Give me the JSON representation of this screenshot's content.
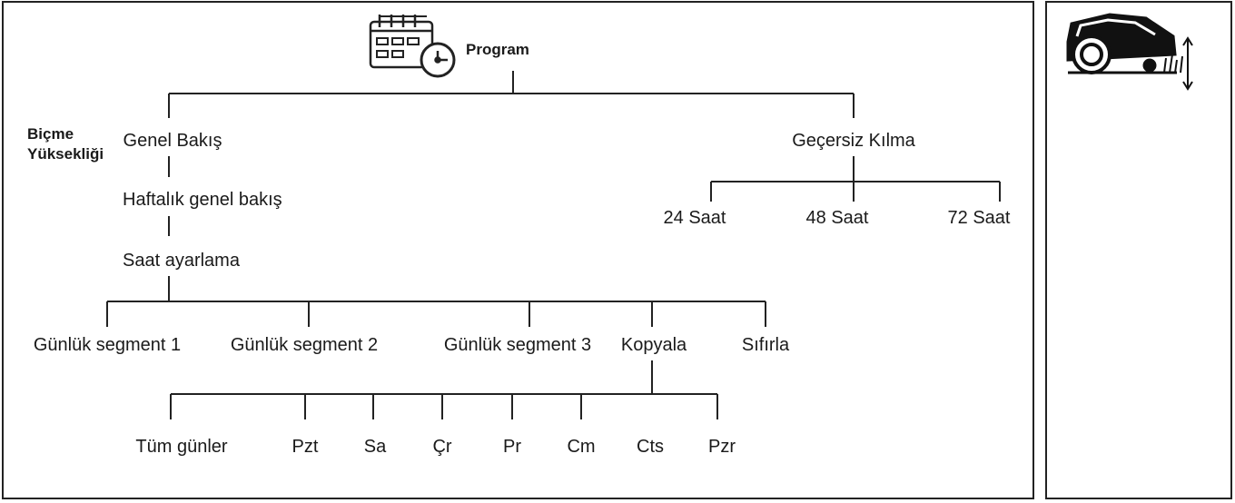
{
  "root": {
    "title": "Program",
    "icon": "calendar-clock-icon"
  },
  "overview": {
    "label": "Genel Bakış",
    "weekly": "Haftalık genel bakış",
    "time_setting": "Saat ayarlama",
    "segments": [
      "Günlük segment 1",
      "Günlük segment 2",
      "Günlük segment 3"
    ],
    "copy": "Kopyala",
    "reset": "Sıfırla",
    "days": [
      "Tüm günler",
      "Pzt",
      "Sa",
      "Çr",
      "Pr",
      "Cm",
      "Cts",
      "Pzr"
    ]
  },
  "override": {
    "label": "Geçersiz Kılma",
    "options": [
      "24 Saat",
      "48 Saat",
      "72 Saat"
    ]
  },
  "side": {
    "label": "Biçme Yüksekliği",
    "icon": "mower-cutting-height-icon"
  }
}
